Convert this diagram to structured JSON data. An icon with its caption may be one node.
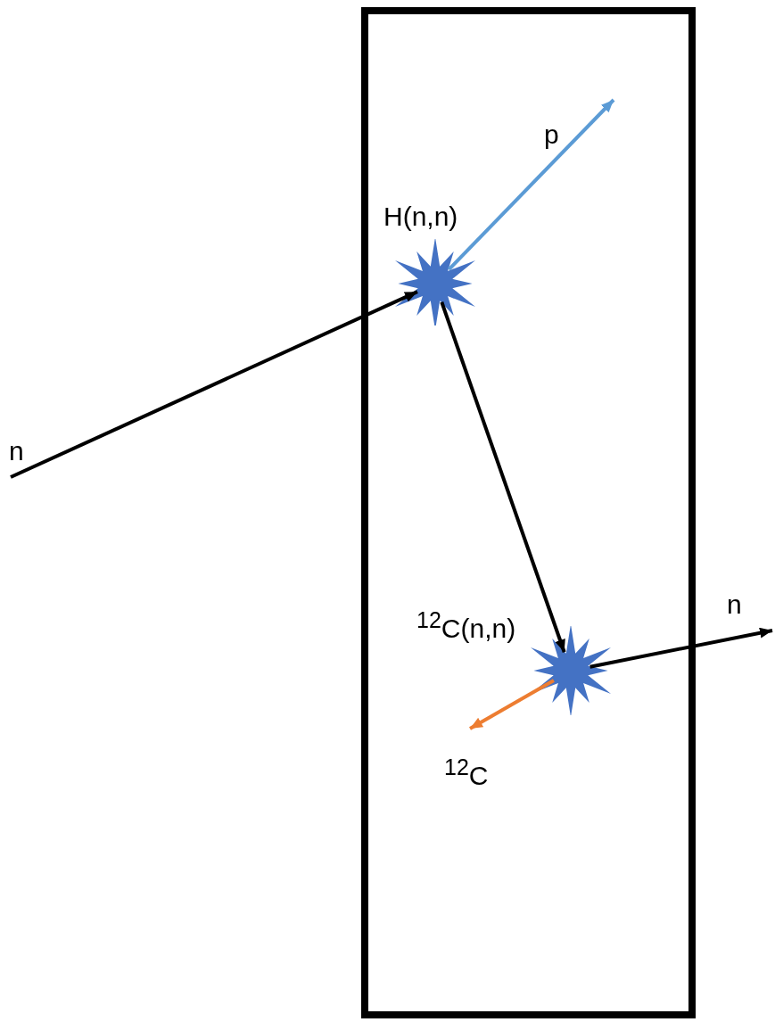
{
  "diagram": {
    "nodes": [
      {
        "text": [],
        "shape": "box"
      },
      {
        "text": [
          "H(n,n)"
        ],
        "in": 0
      },
      {
        "text": [
          "$^{12}$C(n,n)"
        ],
        "in": 0
      }
    ],
    "edges": [
      {
        "from": null,
        "to": 1,
        "arrow": "to",
        "label": "n"
      },
      {
        "from": 1,
        "to": null,
        "arrow": "to",
        "label": "p",
        "color": "#5b9bd5"
      },
      {
        "from": 1,
        "to": 2,
        "arrow": "to"
      },
      {
        "from": 2,
        "to": null,
        "arrow": "to",
        "label": "n"
      },
      {
        "from": 2,
        "to": null,
        "arrow": "to",
        "label": "$^{12}$C",
        "color": "#ed7d31"
      }
    ]
  }
}
